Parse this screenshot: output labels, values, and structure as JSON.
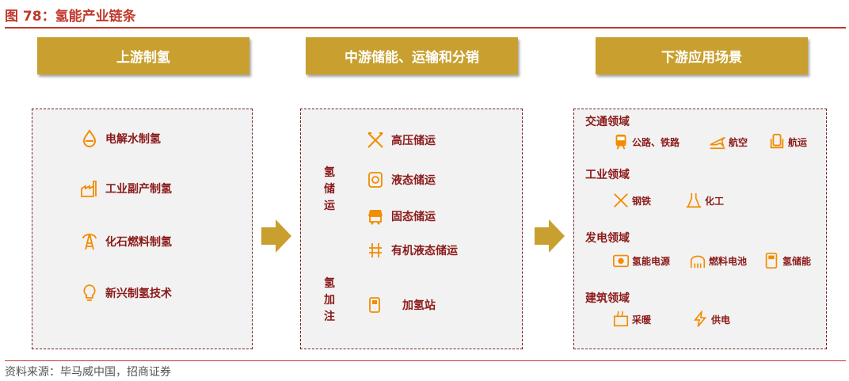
{
  "figure": {
    "title": "图 78：氢能产业链条",
    "source": "资料来源：毕马威中国，招商证券"
  },
  "colors": {
    "accent": "#c0392b",
    "header": "#c9a02f",
    "panel": "#f2f2f2",
    "icon": "#f28c00",
    "text": "#8b1a1a"
  },
  "upstream": {
    "header": "上游制氢",
    "items": [
      {
        "label": "电解水制氢",
        "icon": "water-drop-icon"
      },
      {
        "label": "工业副产制氢",
        "icon": "factory-icon"
      },
      {
        "label": "化石燃料制氢",
        "icon": "oil-rig-icon"
      },
      {
        "label": "新兴制氢技术",
        "icon": "lightbulb-icon"
      }
    ]
  },
  "midstream": {
    "header": "中游储能、运输和分销",
    "storage_label": "氢储运",
    "storage_items": [
      {
        "label": "高压储运",
        "icon": "tools-icon"
      },
      {
        "label": "液态储运",
        "icon": "tank-icon"
      },
      {
        "label": "固态储运",
        "icon": "truck-icon"
      },
      {
        "label": "有机液态储运",
        "icon": "molecule-icon"
      }
    ],
    "refuel_label": "氢加注",
    "refuel_item": {
      "label": "加氢站",
      "icon": "fuel-pump-icon"
    }
  },
  "downstream": {
    "header": "下游应用场景",
    "categories": [
      {
        "name": "交通领域",
        "items": [
          {
            "label": "公路、铁路",
            "icon": "train-icon"
          },
          {
            "label": "航空",
            "icon": "airplane-icon"
          },
          {
            "label": "航运",
            "icon": "ship-icon"
          }
        ]
      },
      {
        "name": "工业领域",
        "items": [
          {
            "label": "钢铁",
            "icon": "tools-icon"
          },
          {
            "label": "化工",
            "icon": "flask-icon"
          }
        ]
      },
      {
        "name": "发电领域",
        "items": [
          {
            "label": "氢能电源",
            "icon": "battery-icon"
          },
          {
            "label": "燃料电池",
            "icon": "plant-icon"
          },
          {
            "label": "氢储能",
            "icon": "storage-icon"
          }
        ]
      },
      {
        "name": "建筑领域",
        "items": [
          {
            "label": "采暖",
            "icon": "heater-icon"
          },
          {
            "label": "供电",
            "icon": "lightning-icon"
          }
        ]
      }
    ]
  }
}
